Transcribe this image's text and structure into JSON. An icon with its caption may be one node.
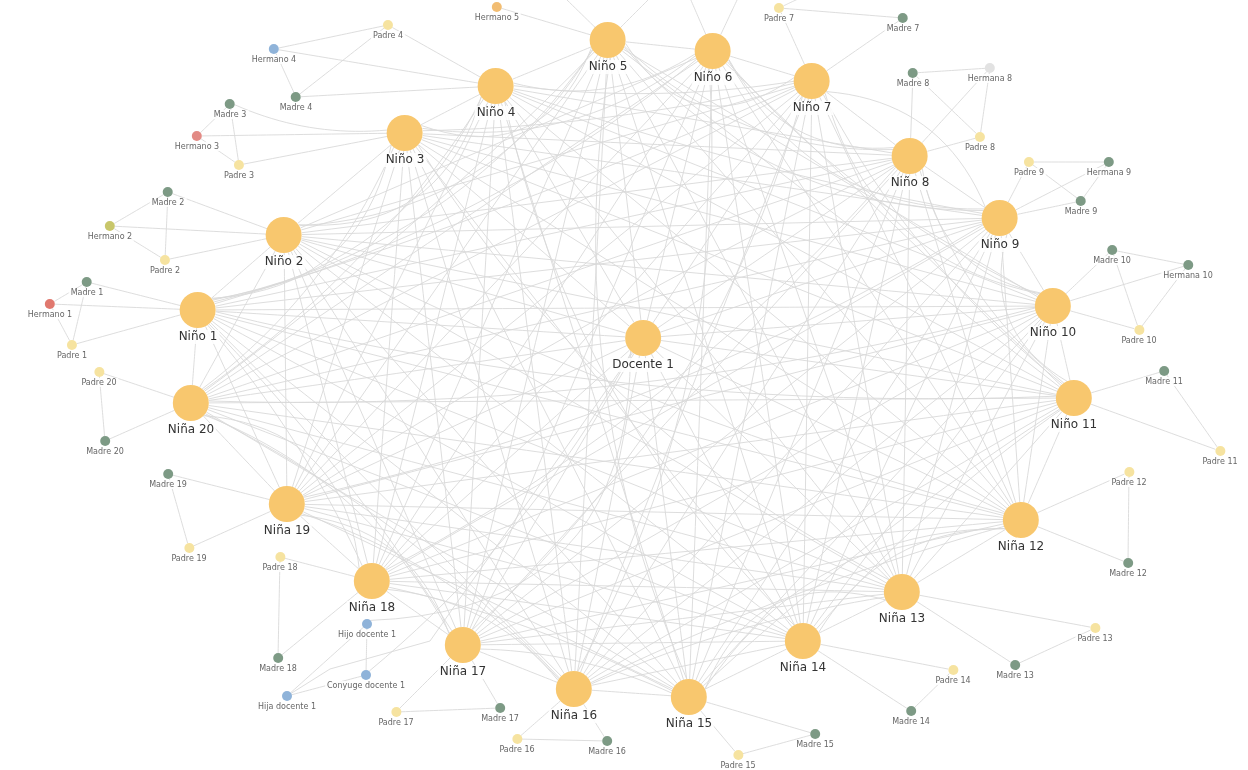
{
  "diagram": {
    "nodes": [
      {
        "text": [
          "Docente 1"
        ]
      },
      {
        "text": [
          "Niño 1"
        ]
      },
      {
        "text": [
          "Niño 2"
        ]
      },
      {
        "text": [
          "Niño 3"
        ]
      },
      {
        "text": [
          "Niño 4"
        ]
      },
      {
        "text": [
          "Niño 5"
        ]
      },
      {
        "text": [
          "Niño 6"
        ]
      },
      {
        "text": [
          "Niño 7"
        ]
      },
      {
        "text": [
          "Niño 8"
        ]
      },
      {
        "text": [
          "Niño 9"
        ]
      },
      {
        "text": [
          "Niño 10"
        ]
      },
      {
        "text": [
          "Niño 11"
        ]
      },
      {
        "text": [
          "Niña 12"
        ]
      },
      {
        "text": [
          "Niña 13"
        ]
      },
      {
        "text": [
          "Niña 14"
        ]
      },
      {
        "text": [
          "Niña 15"
        ]
      },
      {
        "text": [
          "Niña 16"
        ]
      },
      {
        "text": [
          "Niña 17"
        ]
      },
      {
        "text": [
          "Niña 18"
        ]
      },
      {
        "text": [
          "Niña 19"
        ]
      },
      {
        "text": [
          "Niña 20"
        ]
      },
      {
        "text": [
          "Hermano 5"
        ]
      },
      {
        "text": [
          "Padre 4"
        ]
      },
      {
        "text": [
          "Hermano 4"
        ]
      },
      {
        "text": [
          "Madre 4"
        ]
      },
      {
        "text": [
          "Madre 3"
        ]
      },
      {
        "text": [
          "Hermano 3"
        ]
      },
      {
        "text": [
          "Padre 3"
        ]
      },
      {
        "text": [
          "Madre 2"
        ]
      },
      {
        "text": [
          "Hermano 2"
        ]
      },
      {
        "text": [
          "Padre 2"
        ]
      },
      {
        "text": [
          "Madre 1"
        ]
      },
      {
        "text": [
          "Hermano 1"
        ]
      },
      {
        "text": [
          "Padre 1"
        ]
      },
      {
        "text": [
          "Padre 20"
        ]
      },
      {
        "text": [
          "Madre 20"
        ]
      },
      {
        "text": [
          "Madre 19"
        ]
      },
      {
        "text": [
          "Padre 19"
        ]
      },
      {
        "text": [
          "Padre 18"
        ]
      },
      {
        "text": [
          "Madre 18"
        ]
      },
      {
        "text": [
          "Hijo docente 1"
        ]
      },
      {
        "text": [
          "Conyuge docente 1"
        ]
      },
      {
        "text": [
          "Hija docente 1"
        ]
      },
      {
        "text": [
          "Padre 17"
        ]
      },
      {
        "text": [
          "Madre 17"
        ]
      },
      {
        "text": [
          "Padre 16"
        ]
      },
      {
        "text": [
          "Madre 16"
        ]
      },
      {
        "text": [
          "Madre 15"
        ]
      },
      {
        "text": [
          "Padre 15"
        ]
      },
      {
        "text": [
          "Madre 14"
        ]
      },
      {
        "text": [
          "Padre 14"
        ]
      },
      {
        "text": [
          "Madre 13"
        ]
      },
      {
        "text": [
          "Padre 13"
        ]
      },
      {
        "text": [
          "Madre 12"
        ]
      },
      {
        "text": [
          "Padre 12"
        ]
      },
      {
        "text": [
          "Madre 11"
        ]
      },
      {
        "text": [
          "Padre 11"
        ]
      },
      {
        "text": [
          "Madre 10"
        ]
      },
      {
        "text": [
          "Hermana 10"
        ]
      },
      {
        "text": [
          "Padre 10"
        ]
      },
      {
        "text": [
          "Padre 9"
        ]
      },
      {
        "text": [
          "Hermana 9"
        ]
      },
      {
        "text": [
          "Madre 9"
        ]
      },
      {
        "text": [
          "Madre 8"
        ]
      },
      {
        "text": [
          "Hermana 8"
        ]
      },
      {
        "text": [
          "Padre 8"
        ]
      },
      {
        "text": [
          "Padre 7"
        ]
      },
      {
        "text": [
          "Madre 7"
        ]
      }
    ],
    "edges": [
      {
        "from": null,
        "to": 5,
        "arrow": "none"
      },
      {
        "from": null,
        "to": 5,
        "arrow": "none"
      },
      {
        "from": null,
        "to": 6,
        "arrow": "none"
      },
      {
        "from": null,
        "to": 6,
        "arrow": "none"
      },
      {
        "from": null,
        "to": 66,
        "arrow": "none"
      },
      {
        "from": 5,
        "to": 21,
        "arrow": "none"
      },
      {
        "from": 4,
        "to": 22,
        "arrow": "none"
      },
      {
        "from": 4,
        "to": 23,
        "arrow": "none"
      },
      {
        "from": 4,
        "to": 24,
        "arrow": "none"
      },
      {
        "from": 22,
        "to": 23,
        "arrow": "none"
      },
      {
        "from": 22,
        "to": 24,
        "arrow": "none"
      },
      {
        "from": 23,
        "to": 24,
        "arrow": "none"
      },
      {
        "from": 3,
        "to": 25,
        "arrow": "none"
      },
      {
        "from": 3,
        "to": 26,
        "arrow": "none"
      },
      {
        "from": 3,
        "to": 27,
        "arrow": "none"
      },
      {
        "from": 25,
        "to": 26,
        "arrow": "none"
      },
      {
        "from": 25,
        "to": 27,
        "arrow": "none"
      },
      {
        "from": 26,
        "to": 27,
        "arrow": "none"
      },
      {
        "from": 2,
        "to": 28,
        "arrow": "none"
      },
      {
        "from": 2,
        "to": 29,
        "arrow": "none"
      },
      {
        "from": 2,
        "to": 30,
        "arrow": "none"
      },
      {
        "from": 28,
        "to": 29,
        "arrow": "none"
      },
      {
        "from": 28,
        "to": 30,
        "arrow": "none"
      },
      {
        "from": 29,
        "to": 30,
        "arrow": "none"
      },
      {
        "from": 1,
        "to": 31,
        "arrow": "none"
      },
      {
        "from": 1,
        "to": 32,
        "arrow": "none"
      },
      {
        "from": 1,
        "to": 33,
        "arrow": "none"
      },
      {
        "from": 31,
        "to": 32,
        "arrow": "none"
      },
      {
        "from": 31,
        "to": 33,
        "arrow": "none"
      },
      {
        "from": 32,
        "to": 33,
        "arrow": "none"
      },
      {
        "from": 20,
        "to": 34,
        "arrow": "none"
      },
      {
        "from": 20,
        "to": 35,
        "arrow": "none"
      },
      {
        "from": 34,
        "to": 35,
        "arrow": "none"
      },
      {
        "from": 19,
        "to": 36,
        "arrow": "none"
      },
      {
        "from": 19,
        "to": 37,
        "arrow": "none"
      },
      {
        "from": 36,
        "to": 37,
        "arrow": "none"
      },
      {
        "from": 18,
        "to": 38,
        "arrow": "none"
      },
      {
        "from": 18,
        "to": 39,
        "arrow": "none"
      },
      {
        "from": 38,
        "to": 39,
        "arrow": "none"
      },
      {
        "from": 0,
        "to": 40,
        "arrow": "none"
      },
      {
        "from": 0,
        "to": 41,
        "arrow": "none"
      },
      {
        "from": 0,
        "to": 42,
        "arrow": "none"
      },
      {
        "from": 40,
        "to": 41,
        "arrow": "none"
      },
      {
        "from": 40,
        "to": 42,
        "arrow": "none"
      },
      {
        "from": 41,
        "to": 42,
        "arrow": "none"
      },
      {
        "from": 17,
        "to": 43,
        "arrow": "none"
      },
      {
        "from": 17,
        "to": 44,
        "arrow": "none"
      },
      {
        "from": 43,
        "to": 44,
        "arrow": "none"
      },
      {
        "from": 16,
        "to": 45,
        "arrow": "none"
      },
      {
        "from": 16,
        "to": 46,
        "arrow": "none"
      },
      {
        "from": 45,
        "to": 46,
        "arrow": "none"
      },
      {
        "from": 15,
        "to": 47,
        "arrow": "none"
      },
      {
        "from": 15,
        "to": 48,
        "arrow": "none"
      },
      {
        "from": 47,
        "to": 48,
        "arrow": "none"
      },
      {
        "from": 14,
        "to": 49,
        "arrow": "none"
      },
      {
        "from": 14,
        "to": 50,
        "arrow": "none"
      },
      {
        "from": 49,
        "to": 50,
        "arrow": "none"
      },
      {
        "from": 13,
        "to": 51,
        "arrow": "none"
      },
      {
        "from": 13,
        "to": 52,
        "arrow": "none"
      },
      {
        "from": 51,
        "to": 52,
        "arrow": "none"
      },
      {
        "from": 12,
        "to": 53,
        "arrow": "none"
      },
      {
        "from": 12,
        "to": 54,
        "arrow": "none"
      },
      {
        "from": 53,
        "to": 54,
        "arrow": "none"
      },
      {
        "from": 11,
        "to": 55,
        "arrow": "none"
      },
      {
        "from": 11,
        "to": 56,
        "arrow": "none"
      },
      {
        "from": 55,
        "to": 56,
        "arrow": "none"
      },
      {
        "from": 10,
        "to": 57,
        "arrow": "none"
      },
      {
        "from": 10,
        "to": 58,
        "arrow": "none"
      },
      {
        "from": 10,
        "to": 59,
        "arrow": "none"
      },
      {
        "from": 57,
        "to": 58,
        "arrow": "none"
      },
      {
        "from": 57,
        "to": 59,
        "arrow": "none"
      },
      {
        "from": 58,
        "to": 59,
        "arrow": "none"
      },
      {
        "from": 9,
        "to": 60,
        "arrow": "none"
      },
      {
        "from": 9,
        "to": 61,
        "arrow": "none"
      },
      {
        "from": 9,
        "to": 62,
        "arrow": "none"
      },
      {
        "from": 60,
        "to": 61,
        "arrow": "none"
      },
      {
        "from": 60,
        "to": 62,
        "arrow": "none"
      },
      {
        "from": 61,
        "to": 62,
        "arrow": "none"
      },
      {
        "from": 8,
        "to": 63,
        "arrow": "none"
      },
      {
        "from": 8,
        "to": 64,
        "arrow": "none"
      },
      {
        "from": 8,
        "to": 65,
        "arrow": "none"
      },
      {
        "from": 63,
        "to": 64,
        "arrow": "none"
      },
      {
        "from": 63,
        "to": 65,
        "arrow": "none"
      },
      {
        "from": 64,
        "to": 65,
        "arrow": "none"
      },
      {
        "from": 7,
        "to": 66,
        "arrow": "none"
      },
      {
        "from": 7,
        "to": 67,
        "arrow": "none"
      },
      {
        "from": 66,
        "to": 67,
        "arrow": "none"
      },
      {
        "from": 0,
        "to": 1,
        "arrow": "none"
      },
      {
        "from": 0,
        "to": 2,
        "arrow": "none"
      },
      {
        "from": 0,
        "to": 3,
        "arrow": "none"
      },
      {
        "from": 0,
        "to": 4,
        "arrow": "none"
      },
      {
        "from": 0,
        "to": 5,
        "arrow": "none"
      },
      {
        "from": 0,
        "to": 6,
        "arrow": "none"
      },
      {
        "from": 0,
        "to": 7,
        "arrow": "none"
      },
      {
        "from": 0,
        "to": 8,
        "arrow": "none"
      },
      {
        "from": 0,
        "to": 9,
        "arrow": "none"
      },
      {
        "from": 0,
        "to": 10,
        "arrow": "none"
      },
      {
        "from": 0,
        "to": 11,
        "arrow": "none"
      },
      {
        "from": 0,
        "to": 12,
        "arrow": "none"
      },
      {
        "from": 0,
        "to": 13,
        "arrow": "none"
      },
      {
        "from": 0,
        "to": 14,
        "arrow": "none"
      },
      {
        "from": 0,
        "to": 15,
        "arrow": "none"
      },
      {
        "from": 0,
        "to": 16,
        "arrow": "none"
      },
      {
        "from": 0,
        "to": 17,
        "arrow": "none"
      },
      {
        "from": 0,
        "to": 18,
        "arrow": "none"
      },
      {
        "from": 0,
        "to": 19,
        "arrow": "none"
      },
      {
        "from": 0,
        "to": 20,
        "arrow": "none"
      },
      {
        "from": 1,
        "to": 2,
        "arrow": "none"
      },
      {
        "from": 1,
        "to": 3,
        "arrow": "none"
      },
      {
        "from": 1,
        "to": 4,
        "arrow": "none"
      },
      {
        "from": 1,
        "to": 5,
        "arrow": "none"
      },
      {
        "from": 1,
        "to": 6,
        "arrow": "none"
      },
      {
        "from": 1,
        "to": 7,
        "arrow": "none"
      },
      {
        "from": 1,
        "to": 8,
        "arrow": "none"
      },
      {
        "from": 1,
        "to": 9,
        "arrow": "none"
      },
      {
        "from": 1,
        "to": 10,
        "arrow": "none"
      },
      {
        "from": 1,
        "to": 11,
        "arrow": "none"
      },
      {
        "from": 1,
        "to": 12,
        "arrow": "none"
      },
      {
        "from": 1,
        "to": 13,
        "arrow": "none"
      },
      {
        "from": 1,
        "to": 14,
        "arrow": "none"
      },
      {
        "from": 1,
        "to": 15,
        "arrow": "none"
      },
      {
        "from": 1,
        "to": 16,
        "arrow": "none"
      },
      {
        "from": 1,
        "to": 17,
        "arrow": "none"
      },
      {
        "from": 1,
        "to": 18,
        "arrow": "none"
      },
      {
        "from": 1,
        "to": 19,
        "arrow": "none"
      },
      {
        "from": 1,
        "to": 20,
        "arrow": "none"
      },
      {
        "from": 2,
        "to": 3,
        "arrow": "none"
      },
      {
        "from": 2,
        "to": 4,
        "arrow": "none"
      },
      {
        "from": 2,
        "to": 5,
        "arrow": "none"
      },
      {
        "from": 2,
        "to": 6,
        "arrow": "none"
      },
      {
        "from": 2,
        "to": 7,
        "arrow": "none"
      },
      {
        "from": 2,
        "to": 8,
        "arrow": "none"
      },
      {
        "from": 2,
        "to": 9,
        "arrow": "none"
      },
      {
        "from": 2,
        "to": 10,
        "arrow": "none"
      },
      {
        "from": 2,
        "to": 11,
        "arrow": "none"
      },
      {
        "from": 2,
        "to": 12,
        "arrow": "none"
      },
      {
        "from": 2,
        "to": 13,
        "arrow": "none"
      },
      {
        "from": 2,
        "to": 14,
        "arrow": "none"
      },
      {
        "from": 2,
        "to": 15,
        "arrow": "none"
      },
      {
        "from": 2,
        "to": 16,
        "arrow": "none"
      },
      {
        "from": 2,
        "to": 17,
        "arrow": "none"
      },
      {
        "from": 2,
        "to": 18,
        "arrow": "none"
      },
      {
        "from": 2,
        "to": 19,
        "arrow": "none"
      },
      {
        "from": 2,
        "to": 20,
        "arrow": "none"
      },
      {
        "from": 3,
        "to": 4,
        "arrow": "none"
      },
      {
        "from": 3,
        "to": 5,
        "arrow": "none"
      },
      {
        "from": 3,
        "to": 6,
        "arrow": "none"
      },
      {
        "from": 3,
        "to": 7,
        "arrow": "none"
      },
      {
        "from": 3,
        "to": 8,
        "arrow": "none"
      },
      {
        "from": 3,
        "to": 9,
        "arrow": "none"
      },
      {
        "from": 3,
        "to": 10,
        "arrow": "none"
      },
      {
        "from": 3,
        "to": 11,
        "arrow": "none"
      },
      {
        "from": 3,
        "to": 12,
        "arrow": "none"
      },
      {
        "from": 3,
        "to": 13,
        "arrow": "none"
      },
      {
        "from": 3,
        "to": 14,
        "arrow": "none"
      },
      {
        "from": 3,
        "to": 15,
        "arrow": "none"
      },
      {
        "from": 3,
        "to": 16,
        "arrow": "none"
      },
      {
        "from": 3,
        "to": 17,
        "arrow": "none"
      },
      {
        "from": 3,
        "to": 18,
        "arrow": "none"
      },
      {
        "from": 3,
        "to": 19,
        "arrow": "none"
      },
      {
        "from": 3,
        "to": 20,
        "arrow": "none"
      },
      {
        "from": 4,
        "to": 5,
        "arrow": "none"
      },
      {
        "from": 4,
        "to": 6,
        "arrow": "none"
      },
      {
        "from": 4,
        "to": 7,
        "arrow": "none"
      },
      {
        "from": 4,
        "to": 8,
        "arrow": "none"
      },
      {
        "from": 4,
        "to": 9,
        "arrow": "none"
      },
      {
        "from": 4,
        "to": 10,
        "arrow": "none"
      },
      {
        "from": 4,
        "to": 11,
        "arrow": "none"
      },
      {
        "from": 4,
        "to": 12,
        "arrow": "none"
      },
      {
        "from": 4,
        "to": 13,
        "arrow": "none"
      },
      {
        "from": 4,
        "to": 14,
        "arrow": "none"
      },
      {
        "from": 4,
        "to": 15,
        "arrow": "none"
      },
      {
        "from": 4,
        "to": 16,
        "arrow": "none"
      },
      {
        "from": 4,
        "to": 17,
        "arrow": "none"
      },
      {
        "from": 4,
        "to": 18,
        "arrow": "none"
      },
      {
        "from": 4,
        "to": 19,
        "arrow": "none"
      },
      {
        "from": 4,
        "to": 20,
        "arrow": "none"
      },
      {
        "from": 5,
        "to": 6,
        "arrow": "none"
      },
      {
        "from": 5,
        "to": 7,
        "arrow": "none"
      },
      {
        "from": 5,
        "to": 8,
        "arrow": "none"
      },
      {
        "from": 5,
        "to": 9,
        "arrow": "none"
      },
      {
        "from": 5,
        "to": 10,
        "arrow": "none"
      },
      {
        "from": 5,
        "to": 11,
        "arrow": "none"
      },
      {
        "from": 5,
        "to": 12,
        "arrow": "none"
      },
      {
        "from": 5,
        "to": 13,
        "arrow": "none"
      },
      {
        "from": 5,
        "to": 14,
        "arrow": "none"
      },
      {
        "from": 5,
        "to": 15,
        "arrow": "none"
      },
      {
        "from": 5,
        "to": 16,
        "arrow": "none"
      },
      {
        "from": 5,
        "to": 17,
        "arrow": "none"
      },
      {
        "from": 5,
        "to": 18,
        "arrow": "none"
      },
      {
        "from": 5,
        "to": 19,
        "arrow": "none"
      },
      {
        "from": 5,
        "to": 20,
        "arrow": "none"
      },
      {
        "from": 6,
        "to": 7,
        "arrow": "none"
      },
      {
        "from": 6,
        "to": 8,
        "arrow": "none"
      },
      {
        "from": 6,
        "to": 9,
        "arrow": "none"
      },
      {
        "from": 6,
        "to": 10,
        "arrow": "none"
      },
      {
        "from": 6,
        "to": 11,
        "arrow": "none"
      },
      {
        "from": 6,
        "to": 12,
        "arrow": "none"
      },
      {
        "from": 6,
        "to": 13,
        "arrow": "none"
      },
      {
        "from": 6,
        "to": 14,
        "arrow": "none"
      },
      {
        "from": 6,
        "to": 15,
        "arrow": "none"
      },
      {
        "from": 6,
        "to": 16,
        "arrow": "none"
      },
      {
        "from": 6,
        "to": 17,
        "arrow": "none"
      },
      {
        "from": 6,
        "to": 18,
        "arrow": "none"
      },
      {
        "from": 6,
        "to": 19,
        "arrow": "none"
      },
      {
        "from": 6,
        "to": 20,
        "arrow": "none"
      },
      {
        "from": 7,
        "to": 8,
        "arrow": "none"
      },
      {
        "from": 7,
        "to": 9,
        "arrow": "none"
      },
      {
        "from": 7,
        "to": 10,
        "arrow": "none"
      },
      {
        "from": 7,
        "to": 11,
        "arrow": "none"
      },
      {
        "from": 7,
        "to": 12,
        "arrow": "none"
      },
      {
        "from": 7,
        "to": 13,
        "arrow": "none"
      },
      {
        "from": 7,
        "to": 14,
        "arrow": "none"
      },
      {
        "from": 7,
        "to": 15,
        "arrow": "none"
      },
      {
        "from": 7,
        "to": 16,
        "arrow": "none"
      },
      {
        "from": 7,
        "to": 17,
        "arrow": "none"
      },
      {
        "from": 7,
        "to": 18,
        "arrow": "none"
      },
      {
        "from": 7,
        "to": 19,
        "arrow": "none"
      },
      {
        "from": 7,
        "to": 20,
        "arrow": "none"
      },
      {
        "from": 8,
        "to": 9,
        "arrow": "none"
      },
      {
        "from": 8,
        "to": 10,
        "arrow": "none"
      },
      {
        "from": 8,
        "to": 11,
        "arrow": "none"
      },
      {
        "from": 8,
        "to": 12,
        "arrow": "none"
      },
      {
        "from": 8,
        "to": 13,
        "arrow": "none"
      },
      {
        "from": 8,
        "to": 14,
        "arrow": "none"
      },
      {
        "from": 8,
        "to": 15,
        "arrow": "none"
      },
      {
        "from": 8,
        "to": 16,
        "arrow": "none"
      },
      {
        "from": 8,
        "to": 17,
        "arrow": "none"
      },
      {
        "from": 8,
        "to": 18,
        "arrow": "none"
      },
      {
        "from": 8,
        "to": 19,
        "arrow": "none"
      },
      {
        "from": 8,
        "to": 20,
        "arrow": "none"
      },
      {
        "from": 9,
        "to": 10,
        "arrow": "none"
      },
      {
        "from": 9,
        "to": 11,
        "arrow": "none"
      },
      {
        "from": 9,
        "to": 12,
        "arrow": "none"
      },
      {
        "from": 9,
        "to": 13,
        "arrow": "none"
      },
      {
        "from": 9,
        "to": 14,
        "arrow": "none"
      },
      {
        "from": 9,
        "to": 15,
        "arrow": "none"
      },
      {
        "from": 9,
        "to": 16,
        "arrow": "none"
      },
      {
        "from": 9,
        "to": 17,
        "arrow": "none"
      },
      {
        "from": 9,
        "to": 18,
        "arrow": "none"
      },
      {
        "from": 9,
        "to": 19,
        "arrow": "none"
      },
      {
        "from": 9,
        "to": 20,
        "arrow": "none"
      },
      {
        "from": 10,
        "to": 11,
        "arrow": "none"
      },
      {
        "from": 10,
        "to": 12,
        "arrow": "none"
      },
      {
        "from": 10,
        "to": 13,
        "arrow": "none"
      },
      {
        "from": 10,
        "to": 14,
        "arrow": "none"
      },
      {
        "from": 10,
        "to": 15,
        "arrow": "none"
      },
      {
        "from": 10,
        "to": 16,
        "arrow": "none"
      },
      {
        "from": 10,
        "to": 17,
        "arrow": "none"
      },
      {
        "from": 10,
        "to": 18,
        "arrow": "none"
      },
      {
        "from": 10,
        "to": 19,
        "arrow": "none"
      },
      {
        "from": 10,
        "to": 20,
        "arrow": "none"
      },
      {
        "from": 11,
        "to": 12,
        "arrow": "none"
      },
      {
        "from": 11,
        "to": 13,
        "arrow": "none"
      },
      {
        "from": 11,
        "to": 14,
        "arrow": "none"
      },
      {
        "from": 11,
        "to": 15,
        "arrow": "none"
      },
      {
        "from": 11,
        "to": 16,
        "arrow": "none"
      },
      {
        "from": 11,
        "to": 17,
        "arrow": "none"
      },
      {
        "from": 11,
        "to": 18,
        "arrow": "none"
      },
      {
        "from": 11,
        "to": 19,
        "arrow": "none"
      },
      {
        "from": 11,
        "to": 20,
        "arrow": "none"
      },
      {
        "from": 12,
        "to": 13,
        "arrow": "none"
      },
      {
        "from": 12,
        "to": 14,
        "arrow": "none"
      },
      {
        "from": 12,
        "to": 15,
        "arrow": "none"
      },
      {
        "from": 12,
        "to": 16,
        "arrow": "none"
      },
      {
        "from": 12,
        "to": 17,
        "arrow": "none"
      },
      {
        "from": 12,
        "to": 18,
        "arrow": "none"
      },
      {
        "from": 12,
        "to": 19,
        "arrow": "none"
      },
      {
        "from": 12,
        "to": 20,
        "arrow": "none"
      },
      {
        "from": 13,
        "to": 14,
        "arrow": "none"
      },
      {
        "from": 13,
        "to": 15,
        "arrow": "none"
      },
      {
        "from": 13,
        "to": 16,
        "arrow": "none"
      },
      {
        "from": 13,
        "to": 17,
        "arrow": "none"
      },
      {
        "from": 13,
        "to": 18,
        "arrow": "none"
      },
      {
        "from": 13,
        "to": 19,
        "arrow": "none"
      },
      {
        "from": 13,
        "to": 20,
        "arrow": "none"
      },
      {
        "from": 14,
        "to": 15,
        "arrow": "none"
      },
      {
        "from": 14,
        "to": 16,
        "arrow": "none"
      },
      {
        "from": 14,
        "to": 17,
        "arrow": "none"
      },
      {
        "from": 14,
        "to": 18,
        "arrow": "none"
      },
      {
        "from": 14,
        "to": 19,
        "arrow": "none"
      },
      {
        "from": 14,
        "to": 20,
        "arrow": "none"
      },
      {
        "from": 15,
        "to": 16,
        "arrow": "none"
      },
      {
        "from": 15,
        "to": 17,
        "arrow": "none"
      },
      {
        "from": 15,
        "to": 18,
        "arrow": "none"
      },
      {
        "from": 15,
        "to": 19,
        "arrow": "none"
      },
      {
        "from": 15,
        "to": 20,
        "arrow": "none"
      },
      {
        "from": 16,
        "to": 17,
        "arrow": "none"
      },
      {
        "from": 16,
        "to": 18,
        "arrow": "none"
      },
      {
        "from": 16,
        "to": 19,
        "arrow": "none"
      },
      {
        "from": 16,
        "to": 20,
        "arrow": "none"
      },
      {
        "from": 17,
        "to": 18,
        "arrow": "none"
      },
      {
        "from": 17,
        "to": 19,
        "arrow": "none"
      },
      {
        "from": 17,
        "to": 20,
        "arrow": "none"
      },
      {
        "from": 18,
        "to": 19,
        "arrow": "none"
      },
      {
        "from": 18,
        "to": 20,
        "arrow": "none"
      },
      {
        "from": 19,
        "to": 20,
        "arrow": "none"
      }
    ]
  }
}
